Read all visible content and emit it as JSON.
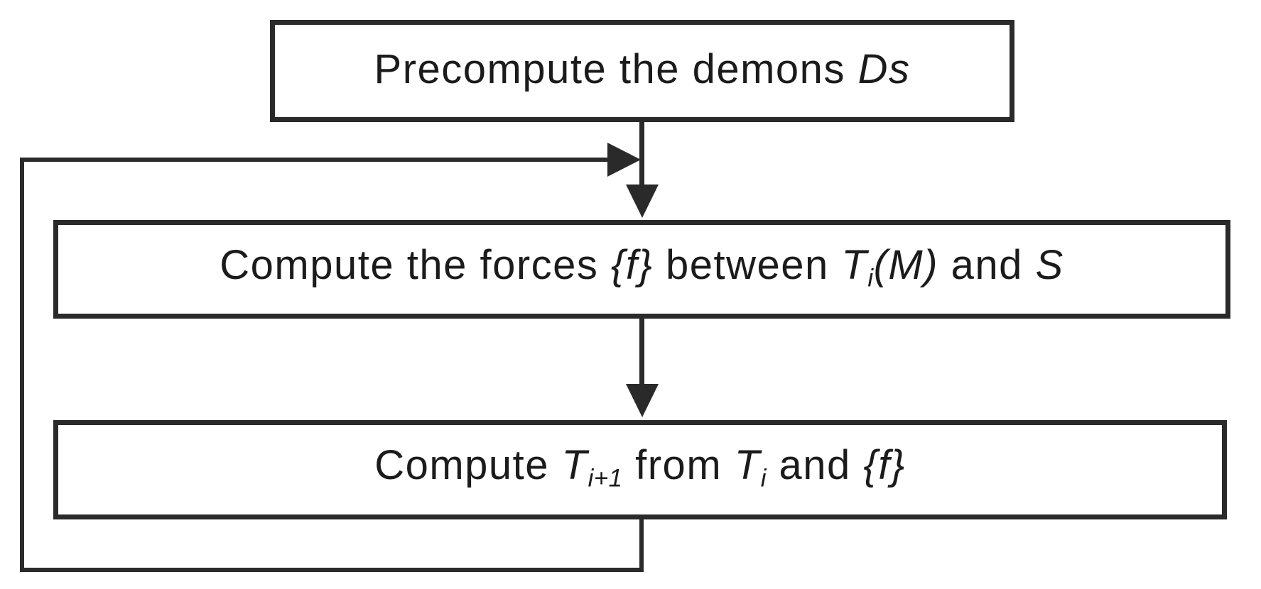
{
  "figure": {
    "type": "flowchart",
    "background": "#ffffff",
    "stroke_color": "#2a2a2a",
    "text_color": "#1b1b1b",
    "nodes": [
      {
        "id": "precompute-demons",
        "text_plain": "Precompute the demons Ds",
        "runs": [
          {
            "text": "Precompute the demons ",
            "style": "normal"
          },
          {
            "text": "Ds",
            "style": "italic"
          }
        ]
      },
      {
        "id": "compute-forces",
        "text_plain": "Compute the forces {f} between Ti(M) and S",
        "runs": [
          {
            "text": "Compute the forces ",
            "style": "normal"
          },
          {
            "text": "{f}",
            "style": "italic"
          },
          {
            "text": " between ",
            "style": "normal"
          },
          {
            "text": "T",
            "style": "italic"
          },
          {
            "text": "i",
            "style": "italic-sub"
          },
          {
            "text": "(M)",
            "style": "italic"
          },
          {
            "text": " and ",
            "style": "normal"
          },
          {
            "text": "S",
            "style": "italic"
          }
        ]
      },
      {
        "id": "compute-transform",
        "text_plain": "Compute Ti+1 from Ti and {f}",
        "runs": [
          {
            "text": "Compute ",
            "style": "normal"
          },
          {
            "text": "T",
            "style": "italic"
          },
          {
            "text": "i+1",
            "style": "italic-sub"
          },
          {
            "text": " from ",
            "style": "normal"
          },
          {
            "text": "T",
            "style": "italic"
          },
          {
            "text": "i",
            "style": "italic-sub"
          },
          {
            "text": " and ",
            "style": "normal"
          },
          {
            "text": "{f}",
            "style": "italic"
          }
        ]
      }
    ],
    "edges": [
      {
        "from": "precompute-demons",
        "to": "compute-forces",
        "kind": "arrow-down"
      },
      {
        "from": "compute-forces",
        "to": "compute-transform",
        "kind": "arrow-down"
      },
      {
        "from": "compute-transform",
        "to": "compute-forces",
        "kind": "loop-back-left",
        "joins": "arrow between precompute-demons and compute-forces"
      }
    ]
  }
}
